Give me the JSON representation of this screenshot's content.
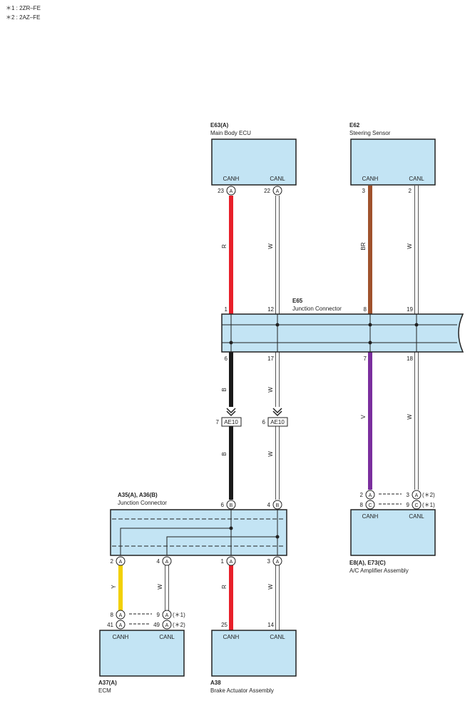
{
  "notes": [
    "＊1 : 2ZR–FE",
    "＊2 : 2AZ–FE"
  ],
  "components": {
    "e63": {
      "code": "E63(A)",
      "name": "Main Body ECU",
      "p1": "CANH",
      "p2": "CANL",
      "pin1": "23",
      "pin2": "22",
      "conn": "A"
    },
    "e62": {
      "code": "E62",
      "name": "Steering Sensor",
      "p1": "CANH",
      "p2": "CANL",
      "pin1": "3",
      "pin2": "2"
    },
    "e65": {
      "code": "E65",
      "name": "Junction Connector",
      "pins_top": [
        "1",
        "12",
        "8",
        "19"
      ],
      "pins_bottom": [
        "6",
        "17",
        "7",
        "18"
      ]
    },
    "ae10": {
      "label": "AE10",
      "pin_b": "7",
      "pin_w": "6"
    },
    "a35": {
      "code": "A35(A), A36(B)",
      "name": "Junction Connector",
      "top_pins": [
        "6",
        "4"
      ],
      "top_conn": "B",
      "bottom_pins": [
        "2",
        "4",
        "1",
        "3"
      ],
      "bottom_conn": "A"
    },
    "e8": {
      "code": "E8(A), E73(C)",
      "name": "A/C Amplifier Assembly",
      "p1": "CANH",
      "p2": "CANL",
      "r1": {
        "pin1": "2",
        "c1": "A",
        "pin2": "3",
        "c2": "A",
        "note": "(＊2)"
      },
      "r2": {
        "pin1": "8",
        "c1": "C",
        "pin2": "9",
        "c2": "C",
        "note": "(＊1)"
      }
    },
    "a37": {
      "code": "A37(A)",
      "name": "ECM",
      "p1": "CANH",
      "p2": "CANL",
      "r1": {
        "pin1": "8",
        "c1": "A",
        "pin2": "9",
        "c2": "A",
        "note": "(＊1)"
      },
      "r2": {
        "pin1": "41",
        "c1": "A",
        "pin2": "49",
        "c2": "A",
        "note": "(＊2)"
      }
    },
    "a38": {
      "code": "A38",
      "name": "Brake Actuator Assembly",
      "p1": "CANH",
      "p2": "CANL",
      "pin1": "25",
      "pin2": "14"
    }
  },
  "wire_labels": {
    "red": "R",
    "white": "W",
    "brown": "BR",
    "black": "B",
    "violet": "V",
    "yellow": "Y"
  },
  "colors": {
    "box_fill": "#c3e4f4",
    "red": "#e8202a",
    "brown": "#a0522d",
    "black": "#1a1a1a",
    "violet": "#7b2f9e",
    "yellow": "#f2d000",
    "white_wire": "#ffffff"
  }
}
